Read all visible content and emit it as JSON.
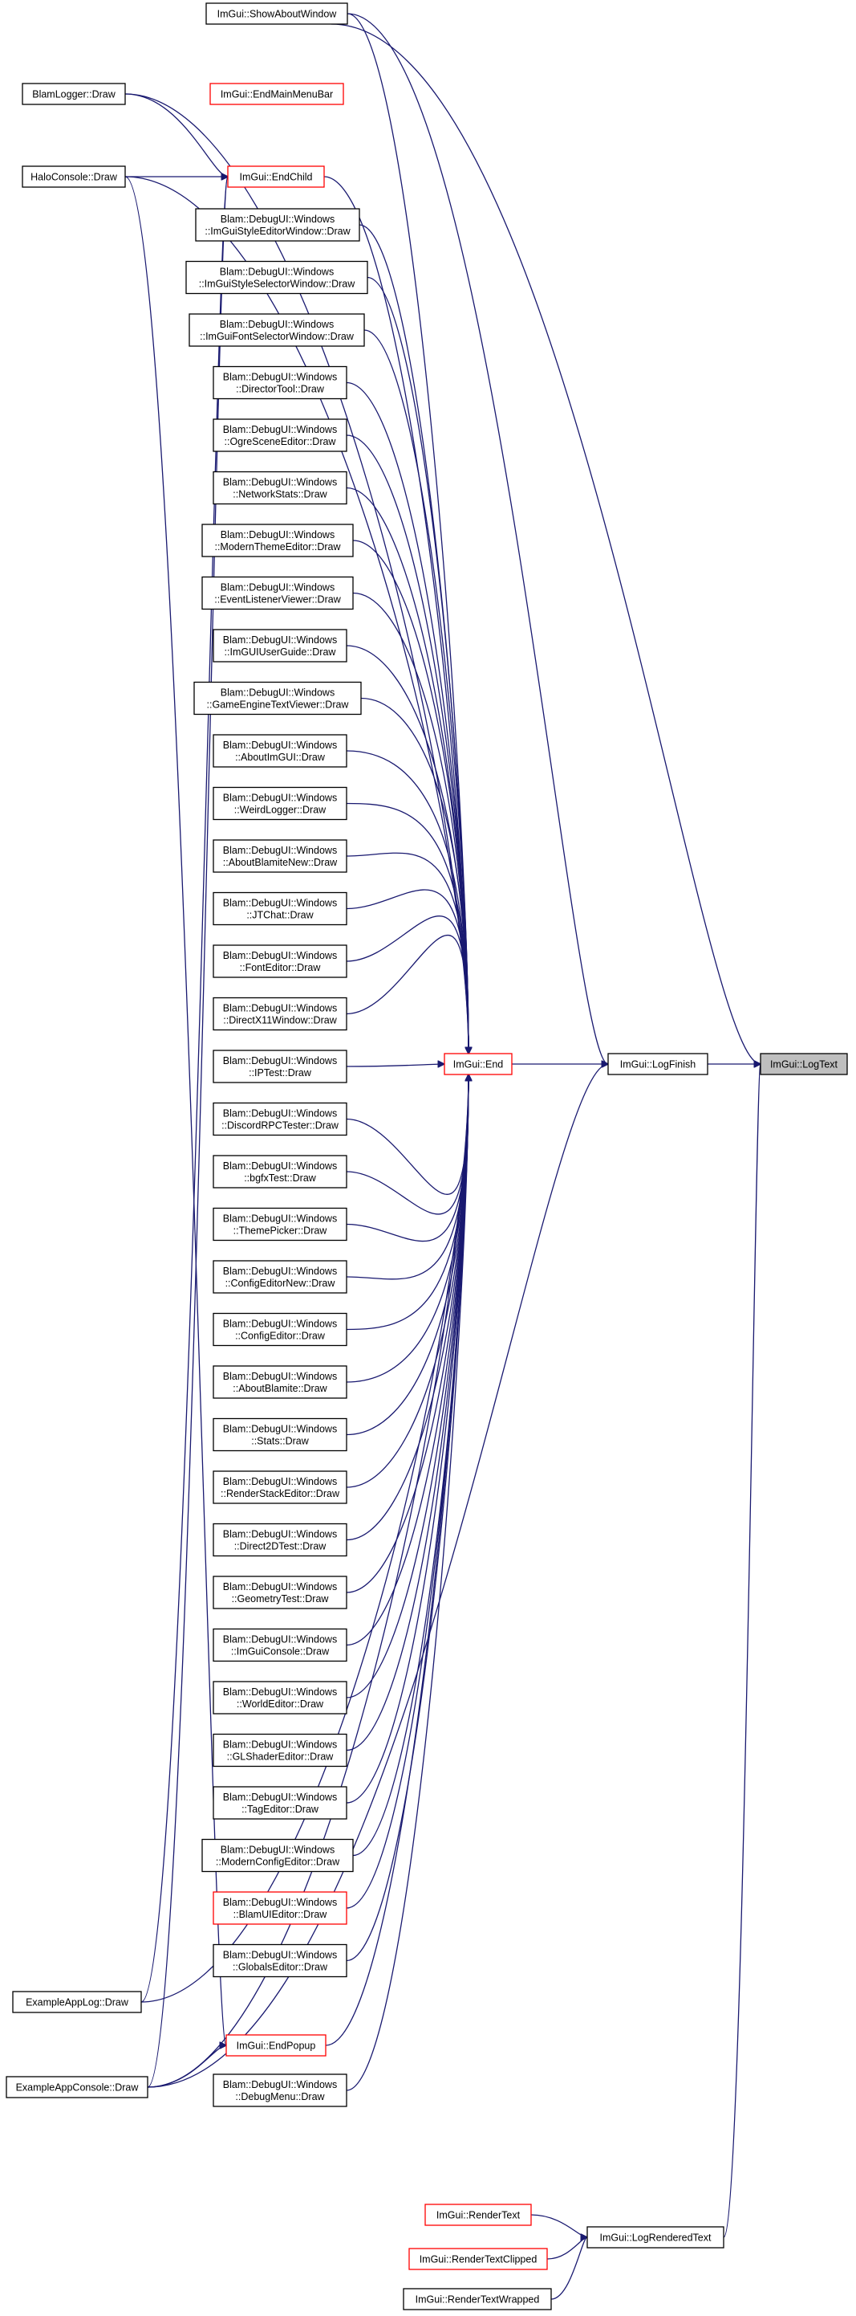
{
  "diagram": {
    "type": "caller-graph",
    "edge_color": "#191970",
    "truncated_node_border_color": "#ff0000",
    "root_fill_color": "#bfbfbf",
    "nodes": [
      {
        "id": "logtext",
        "lines": [
          "ImGui::LogText"
        ],
        "style": "root"
      },
      {
        "id": "logfinish",
        "lines": [
          "ImGui::LogFinish"
        ],
        "style": "normal"
      },
      {
        "id": "logrendered",
        "lines": [
          "ImGui::LogRenderedText"
        ],
        "style": "normal"
      },
      {
        "id": "end",
        "lines": [
          "ImGui::End"
        ],
        "style": "red"
      },
      {
        "id": "showabout",
        "lines": [
          "ImGui::ShowAboutWindow"
        ],
        "style": "normal"
      },
      {
        "id": "blamlogger",
        "lines": [
          "BlamLogger::Draw"
        ],
        "style": "normal"
      },
      {
        "id": "endmainmenubar",
        "lines": [
          "ImGui::EndMainMenuBar"
        ],
        "style": "red"
      },
      {
        "id": "haloconsole",
        "lines": [
          "HaloConsole::Draw"
        ],
        "style": "normal"
      },
      {
        "id": "endchild",
        "lines": [
          "ImGui::EndChild"
        ],
        "style": "red"
      },
      {
        "id": "w_styleeditor",
        "lines": [
          "Blam::DebugUI::Windows",
          "::ImGuiStyleEditorWindow::Draw"
        ],
        "style": "normal"
      },
      {
        "id": "w_styleselector",
        "lines": [
          "Blam::DebugUI::Windows",
          "::ImGuiStyleSelectorWindow::Draw"
        ],
        "style": "normal"
      },
      {
        "id": "w_fontselector",
        "lines": [
          "Blam::DebugUI::Windows",
          "::ImGuiFontSelectorWindow::Draw"
        ],
        "style": "normal"
      },
      {
        "id": "w_director",
        "lines": [
          "Blam::DebugUI::Windows",
          "::DirectorTool::Draw"
        ],
        "style": "normal"
      },
      {
        "id": "w_ogre",
        "lines": [
          "Blam::DebugUI::Windows",
          "::OgreSceneEditor::Draw"
        ],
        "style": "normal"
      },
      {
        "id": "w_netstats",
        "lines": [
          "Blam::DebugUI::Windows",
          "::NetworkStats::Draw"
        ],
        "style": "normal"
      },
      {
        "id": "w_modernthemes",
        "lines": [
          "Blam::DebugUI::Windows",
          "::ModernThemeEditor::Draw"
        ],
        "style": "normal"
      },
      {
        "id": "w_eventlistener",
        "lines": [
          "Blam::DebugUI::Windows",
          "::EventListenerViewer::Draw"
        ],
        "style": "normal"
      },
      {
        "id": "w_userguide",
        "lines": [
          "Blam::DebugUI::Windows",
          "::ImGUIUserGuide::Draw"
        ],
        "style": "normal"
      },
      {
        "id": "w_gametext",
        "lines": [
          "Blam::DebugUI::Windows",
          "::GameEngineTextViewer::Draw"
        ],
        "style": "normal"
      },
      {
        "id": "w_aboutimgui",
        "lines": [
          "Blam::DebugUI::Windows",
          "::AboutImGUI::Draw"
        ],
        "style": "normal"
      },
      {
        "id": "w_weirdlogger",
        "lines": [
          "Blam::DebugUI::Windows",
          "::WeirdLogger::Draw"
        ],
        "style": "normal"
      },
      {
        "id": "w_aboutblamitenew",
        "lines": [
          "Blam::DebugUI::Windows",
          "::AboutBlamiteNew::Draw"
        ],
        "style": "normal"
      },
      {
        "id": "w_jtchat",
        "lines": [
          "Blam::DebugUI::Windows",
          "::JTChat::Draw"
        ],
        "style": "normal"
      },
      {
        "id": "w_fonteditor",
        "lines": [
          "Blam::DebugUI::Windows",
          "::FontEditor::Draw"
        ],
        "style": "normal"
      },
      {
        "id": "w_dx11",
        "lines": [
          "Blam::DebugUI::Windows",
          "::DirectX11Window::Draw"
        ],
        "style": "normal"
      },
      {
        "id": "w_iptest",
        "lines": [
          "Blam::DebugUI::Windows",
          "::IPTest::Draw"
        ],
        "style": "normal"
      },
      {
        "id": "w_discordrpc",
        "lines": [
          "Blam::DebugUI::Windows",
          "::DiscordRPCTester::Draw"
        ],
        "style": "normal"
      },
      {
        "id": "w_bgfx",
        "lines": [
          "Blam::DebugUI::Windows",
          "::bgfxTest::Draw"
        ],
        "style": "normal"
      },
      {
        "id": "w_themepicker",
        "lines": [
          "Blam::DebugUI::Windows",
          "::ThemePicker::Draw"
        ],
        "style": "normal"
      },
      {
        "id": "w_configeditornew",
        "lines": [
          "Blam::DebugUI::Windows",
          "::ConfigEditorNew::Draw"
        ],
        "style": "normal"
      },
      {
        "id": "w_configeditor",
        "lines": [
          "Blam::DebugUI::Windows",
          "::ConfigEditor::Draw"
        ],
        "style": "normal"
      },
      {
        "id": "w_aboutblamite",
        "lines": [
          "Blam::DebugUI::Windows",
          "::AboutBlamite::Draw"
        ],
        "style": "normal"
      },
      {
        "id": "w_stats",
        "lines": [
          "Blam::DebugUI::Windows",
          "::Stats::Draw"
        ],
        "style": "normal"
      },
      {
        "id": "w_renderstack",
        "lines": [
          "Blam::DebugUI::Windows",
          "::RenderStackEditor::Draw"
        ],
        "style": "normal"
      },
      {
        "id": "w_direct2d",
        "lines": [
          "Blam::DebugUI::Windows",
          "::Direct2DTest::Draw"
        ],
        "style": "normal"
      },
      {
        "id": "w_geometry",
        "lines": [
          "Blam::DebugUI::Windows",
          "::GeometryTest::Draw"
        ],
        "style": "normal"
      },
      {
        "id": "w_imguiconsole",
        "lines": [
          "Blam::DebugUI::Windows",
          "::ImGuiConsole::Draw"
        ],
        "style": "normal"
      },
      {
        "id": "w_worldeditor",
        "lines": [
          "Blam::DebugUI::Windows",
          "::WorldEditor::Draw"
        ],
        "style": "normal"
      },
      {
        "id": "w_glshader",
        "lines": [
          "Blam::DebugUI::Windows",
          "::GLShaderEditor::Draw"
        ],
        "style": "normal"
      },
      {
        "id": "w_tageditor",
        "lines": [
          "Blam::DebugUI::Windows",
          "::TagEditor::Draw"
        ],
        "style": "normal"
      },
      {
        "id": "w_modernconfig",
        "lines": [
          "Blam::DebugUI::Windows",
          "::ModernConfigEditor::Draw"
        ],
        "style": "normal"
      },
      {
        "id": "w_blamui",
        "lines": [
          "Blam::DebugUI::Windows",
          "::BlamUIEditor::Draw"
        ],
        "style": "red"
      },
      {
        "id": "w_globals",
        "lines": [
          "Blam::DebugUI::Windows",
          "::GlobalsEditor::Draw"
        ],
        "style": "normal"
      },
      {
        "id": "exapplog",
        "lines": [
          "ExampleAppLog::Draw"
        ],
        "style": "normal"
      },
      {
        "id": "endpopup",
        "lines": [
          "ImGui::EndPopup"
        ],
        "style": "red"
      },
      {
        "id": "exappconsole",
        "lines": [
          "ExampleAppConsole::Draw"
        ],
        "style": "normal"
      },
      {
        "id": "w_debugmenu",
        "lines": [
          "Blam::DebugUI::Windows",
          "::DebugMenu::Draw"
        ],
        "style": "normal"
      },
      {
        "id": "rendertext",
        "lines": [
          "ImGui::RenderText"
        ],
        "style": "red"
      },
      {
        "id": "rendertextclipped",
        "lines": [
          "ImGui::RenderTextClipped"
        ],
        "style": "red"
      },
      {
        "id": "rendertextwrapped",
        "lines": [
          "ImGui::RenderTextWrapped"
        ],
        "style": "normal"
      }
    ],
    "edges": [
      [
        "logfinish",
        "logtext"
      ],
      [
        "logrendered",
        "logtext"
      ],
      [
        "showabout",
        "logtext"
      ],
      [
        "end",
        "logfinish"
      ],
      [
        "showabout",
        "logfinish"
      ],
      [
        "exappconsole",
        "logfinish"
      ],
      [
        "rendertext",
        "logrendered"
      ],
      [
        "rendertextclipped",
        "logrendered"
      ],
      [
        "rendertextwrapped",
        "logrendered"
      ],
      [
        "showabout",
        "end"
      ],
      [
        "blamlogger",
        "end"
      ],
      [
        "haloconsole",
        "end"
      ],
      [
        "endchild",
        "end"
      ],
      [
        "w_styleeditor",
        "end"
      ],
      [
        "w_styleselector",
        "end"
      ],
      [
        "w_fontselector",
        "end"
      ],
      [
        "w_director",
        "end"
      ],
      [
        "w_ogre",
        "end"
      ],
      [
        "w_netstats",
        "end"
      ],
      [
        "w_modernthemes",
        "end"
      ],
      [
        "w_eventlistener",
        "end"
      ],
      [
        "w_userguide",
        "end"
      ],
      [
        "w_gametext",
        "end"
      ],
      [
        "w_aboutimgui",
        "end"
      ],
      [
        "w_weirdlogger",
        "end"
      ],
      [
        "w_aboutblamitenew",
        "end"
      ],
      [
        "w_jtchat",
        "end"
      ],
      [
        "w_fonteditor",
        "end"
      ],
      [
        "w_dx11",
        "end"
      ],
      [
        "w_iptest",
        "end"
      ],
      [
        "w_discordrpc",
        "end"
      ],
      [
        "w_bgfx",
        "end"
      ],
      [
        "w_themepicker",
        "end"
      ],
      [
        "w_configeditornew",
        "end"
      ],
      [
        "w_configeditor",
        "end"
      ],
      [
        "w_aboutblamite",
        "end"
      ],
      [
        "w_stats",
        "end"
      ],
      [
        "w_renderstack",
        "end"
      ],
      [
        "w_direct2d",
        "end"
      ],
      [
        "w_geometry",
        "end"
      ],
      [
        "w_imguiconsole",
        "end"
      ],
      [
        "w_worldeditor",
        "end"
      ],
      [
        "w_glshader",
        "end"
      ],
      [
        "w_tageditor",
        "end"
      ],
      [
        "w_modernconfig",
        "end"
      ],
      [
        "w_blamui",
        "end"
      ],
      [
        "w_globals",
        "end"
      ],
      [
        "exapplog",
        "end"
      ],
      [
        "endpopup",
        "end"
      ],
      [
        "exappconsole",
        "end"
      ],
      [
        "w_debugmenu",
        "end"
      ],
      [
        "blamlogger",
        "endchild"
      ],
      [
        "haloconsole",
        "endchild"
      ],
      [
        "exapplog",
        "endchild"
      ],
      [
        "exappconsole",
        "endchild"
      ],
      [
        "haloconsole",
        "endpopup"
      ],
      [
        "exappconsole",
        "endpopup"
      ]
    ]
  }
}
